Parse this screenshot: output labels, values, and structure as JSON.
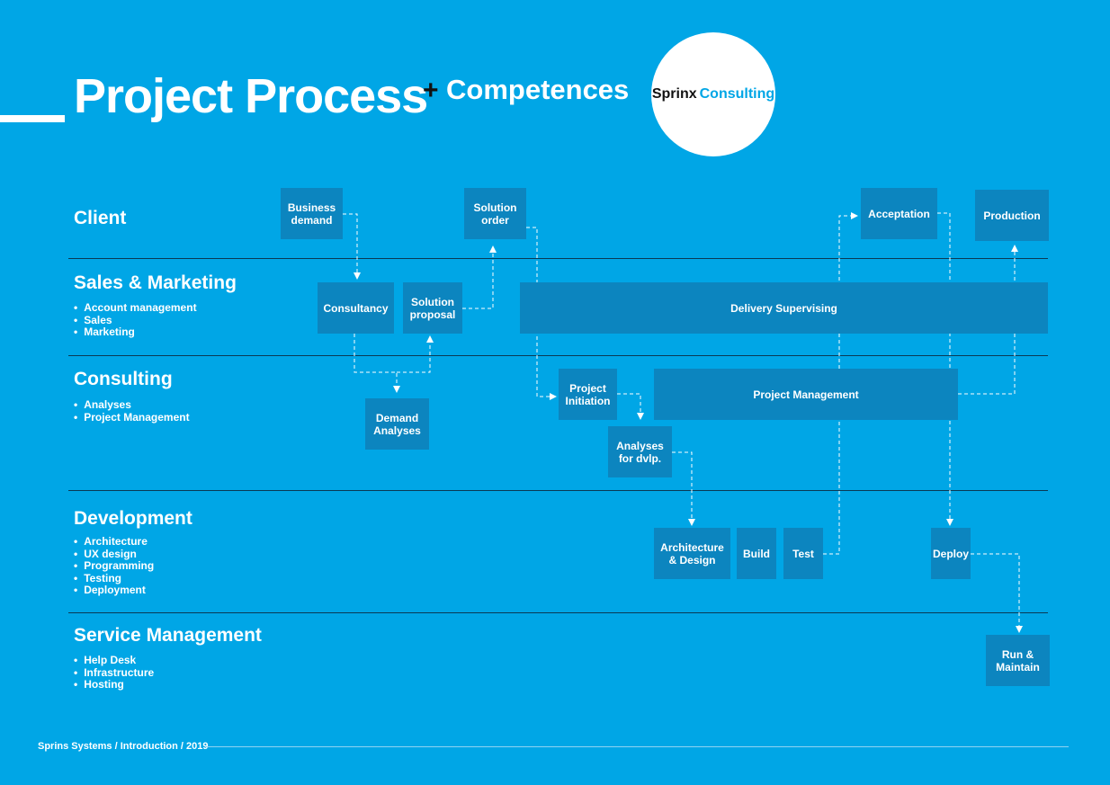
{
  "header": {
    "title": "Project Process",
    "plus": "+",
    "subtitle": "Competences",
    "logo_part1": "Sprinx",
    "logo_part2": "Consulting"
  },
  "lanes": [
    {
      "title": "Client",
      "items": []
    },
    {
      "title": "Sales & Marketing",
      "items": [
        "Account management",
        "Sales",
        "Marketing"
      ]
    },
    {
      "title": "Consulting",
      "items": [
        "Analyses",
        "Project Management"
      ]
    },
    {
      "title": "Development",
      "items": [
        "Architecture",
        "UX design",
        "Programming",
        "Testing",
        "Deployment"
      ]
    },
    {
      "title": "Service Management",
      "items": [
        "Help Desk",
        "Infrastructure",
        "Hosting"
      ]
    }
  ],
  "boxes": {
    "business_demand": "Business\ndemand",
    "solution_order": "Solution\norder",
    "acceptation": "Acceptation",
    "production": "Production",
    "consultancy": "Consultancy",
    "solution_proposal": "Solution\nproposal",
    "delivery_supervising": "Delivery Supervising",
    "project_initiation": "Project\nInitiation",
    "project_management": "Project Management",
    "demand_analyses": "Demand\nAnalyses",
    "analyses_for_dvlp": "Analyses\nfor dvlp.",
    "architecture_design": "Architecture\n& Design",
    "build": "Build",
    "test": "Test",
    "deploy": "Deploy",
    "run_maintain": "Run &\nMaintain"
  },
  "footer": {
    "text": "Sprins Systems / Introduction / 2019"
  },
  "colors": {
    "background": "#00a6e6",
    "box": "#0c85bf",
    "lane_line": "#0a3a55",
    "text": "#ffffff"
  }
}
